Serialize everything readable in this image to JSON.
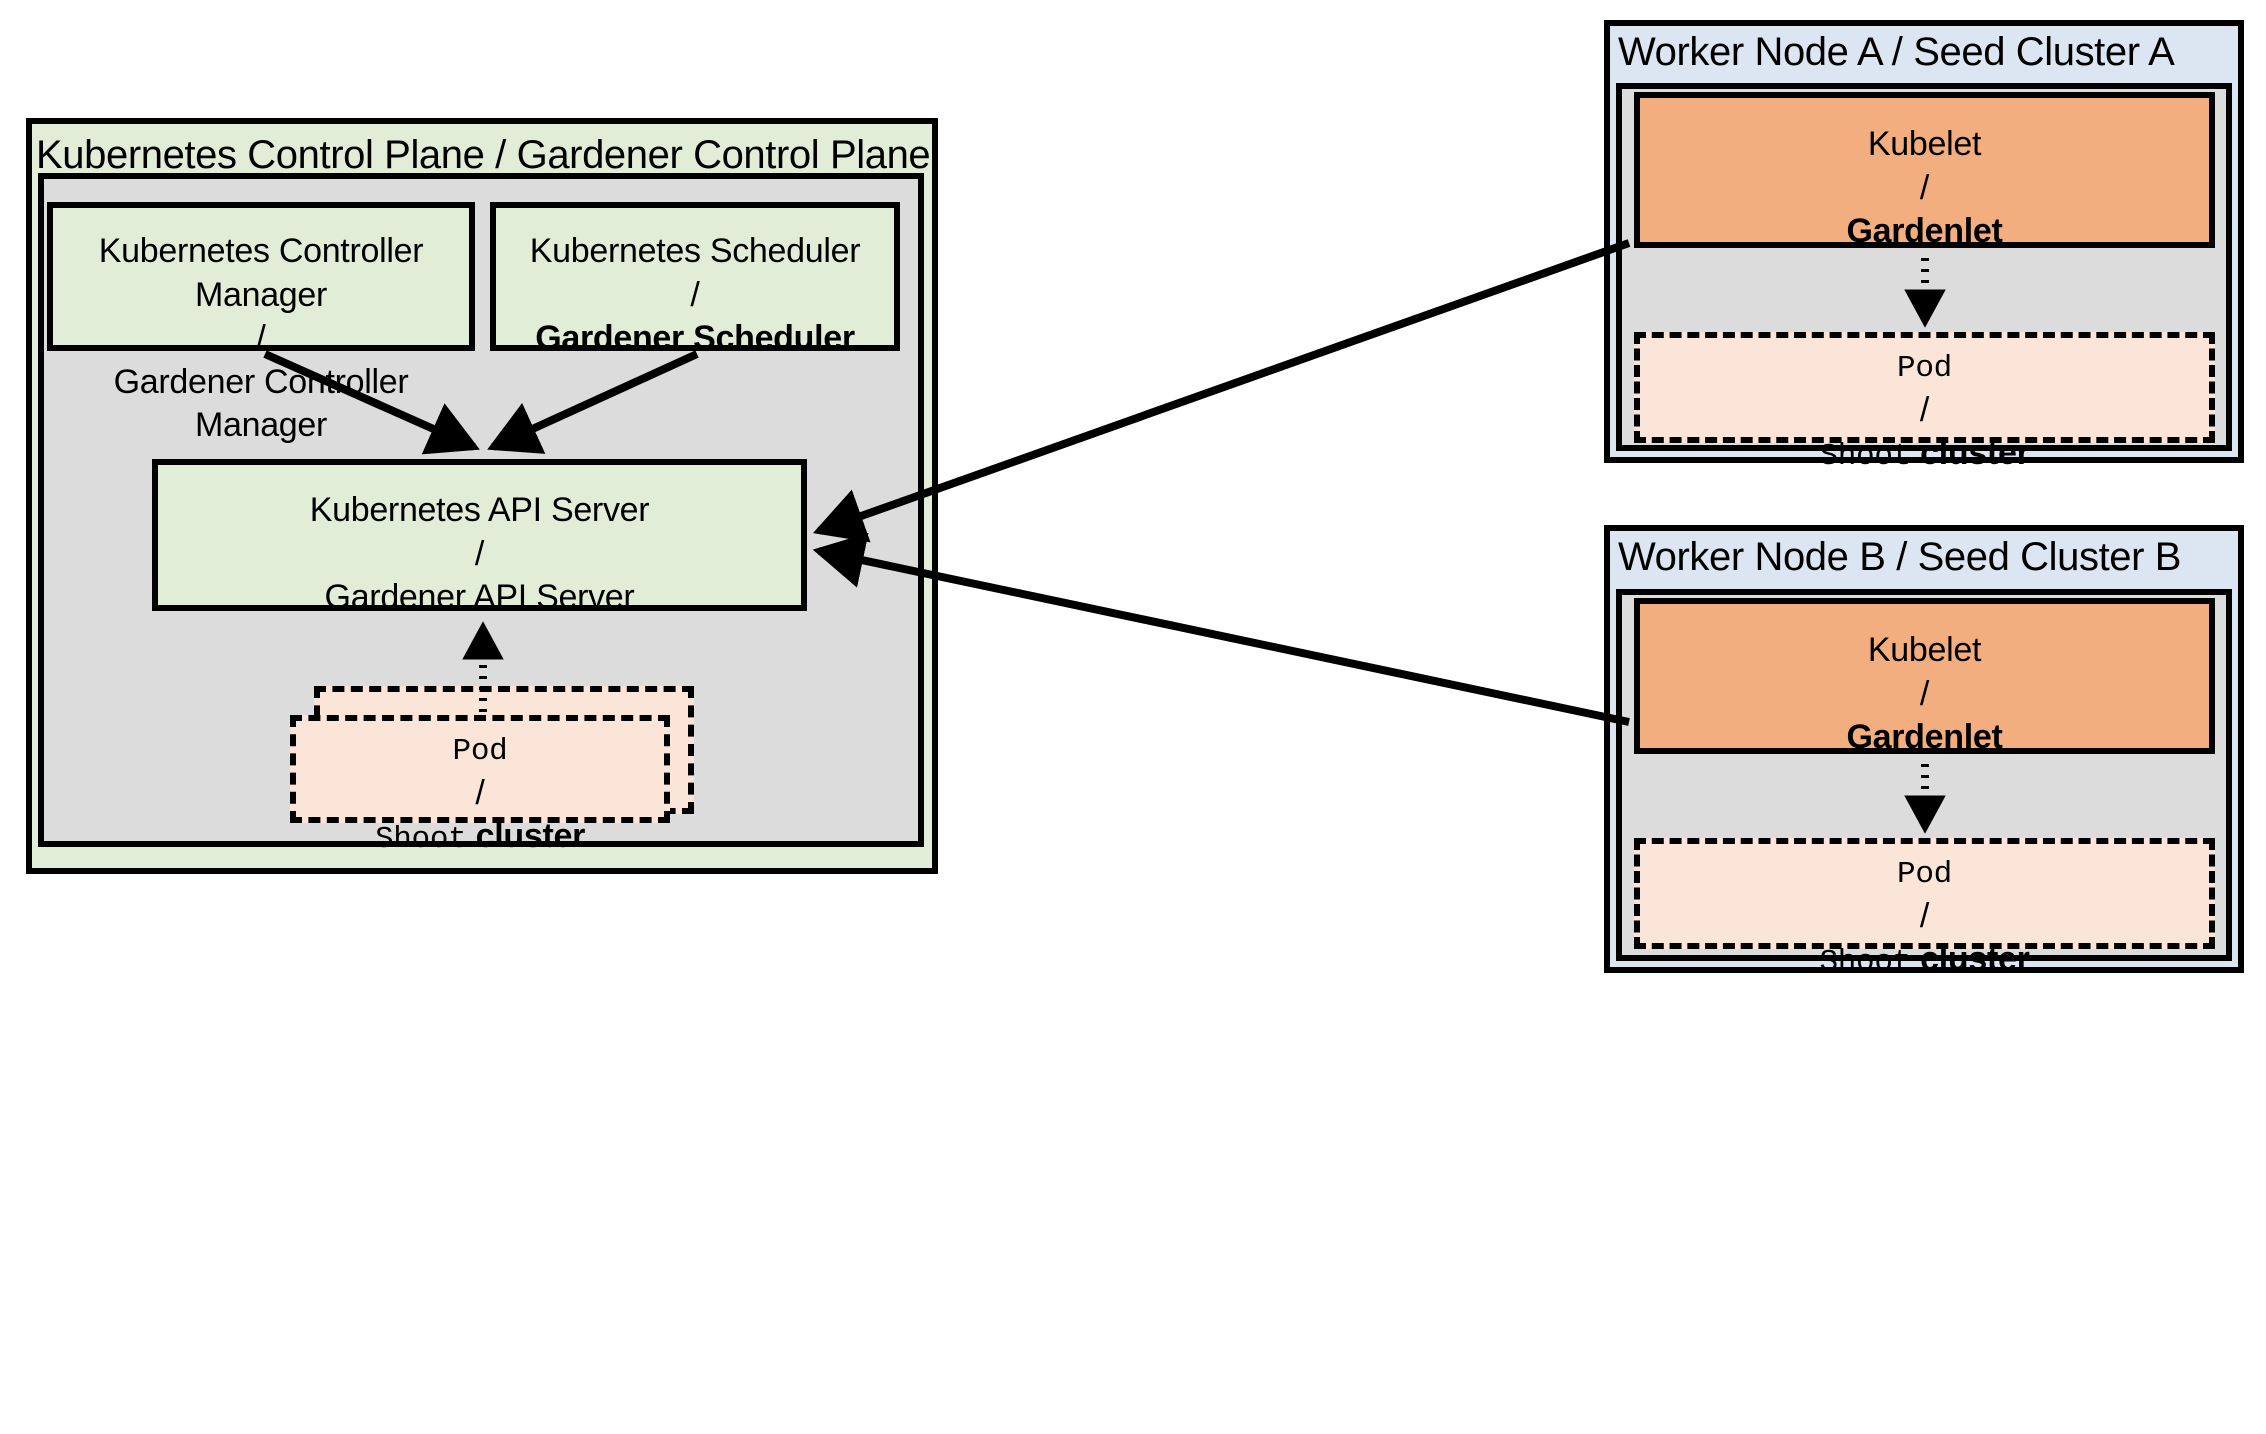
{
  "diagram": {
    "type": "architecture-diagram",
    "title": "Gardener / Kubernetes analogy architecture",
    "colors": {
      "green_fill": "#E2EDD8",
      "gray_fill": "#DCDCDC",
      "blue_fill": "#DCE6F2",
      "orange_fill": "#F2AE7E",
      "pod_fill": "#FAE5D8",
      "stroke": "#000000"
    }
  },
  "control_plane": {
    "header": "Kubernetes Control Plane / Gardener Control Plane",
    "controller_manager": {
      "line1": "Kubernetes Controller Manager",
      "separator": "/",
      "line2": "Gardener Controller Manager"
    },
    "scheduler": {
      "line1": "Kubernetes Scheduler",
      "separator": "/",
      "line2": "Gardener Scheduler"
    },
    "api_server": {
      "line1": "Kubernetes API Server",
      "separator": "/",
      "line2": "Gardener API Server"
    },
    "pod": {
      "line1": "Pod",
      "separator": "/",
      "line2_mono": "Shoot",
      "line2_bold": "cluster"
    }
  },
  "worker_a": {
    "header": "Worker Node A / Seed Cluster A",
    "agent": {
      "line1": "Kubelet",
      "separator": "/",
      "line2": "Gardenlet"
    },
    "pod": {
      "line1": "Pod",
      "separator": "/",
      "line2_mono": "Shoot",
      "line2_bold": "cluster"
    }
  },
  "worker_b": {
    "header": "Worker Node B / Seed Cluster B",
    "agent": {
      "line1": "Kubelet",
      "separator": "/",
      "line2": "Gardenlet"
    },
    "pod": {
      "line1": "Pod",
      "separator": "/",
      "line2_mono": "Shoot",
      "line2_bold": "cluster"
    }
  },
  "connectors": [
    {
      "name": "controller-manager-to-api-server",
      "style": "solid",
      "arrow": "single"
    },
    {
      "name": "scheduler-to-api-server",
      "style": "solid",
      "arrow": "single"
    },
    {
      "name": "control-plane-pod-to-api-server",
      "style": "dotted",
      "arrow": "single"
    },
    {
      "name": "seed-a-gardenlet-to-api-server",
      "style": "solid",
      "arrow": "single"
    },
    {
      "name": "seed-b-gardenlet-to-api-server",
      "style": "solid",
      "arrow": "single"
    },
    {
      "name": "seed-a-gardenlet-to-pod",
      "style": "dotted",
      "arrow": "single"
    },
    {
      "name": "seed-b-gardenlet-to-pod",
      "style": "dotted",
      "arrow": "single"
    }
  ]
}
